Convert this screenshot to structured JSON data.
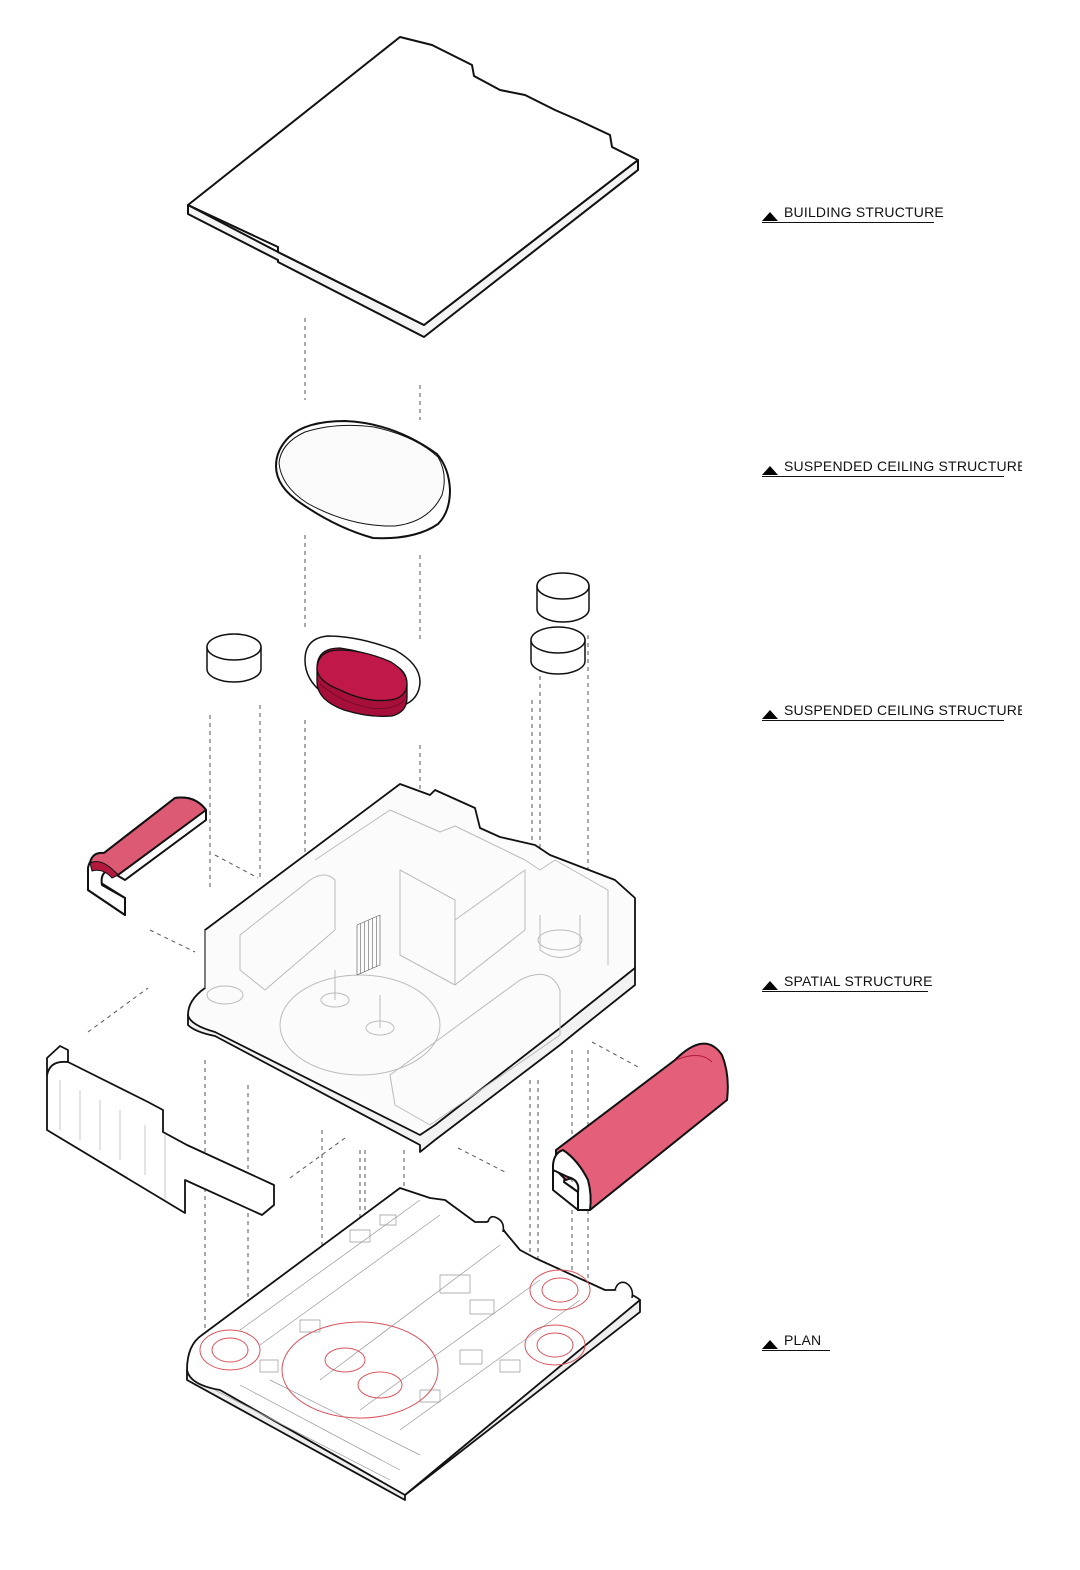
{
  "labels": {
    "building": "BUILDING STRUCTURE",
    "ceiling_1": "SUSPENDED CEILING STRUCTURE",
    "ceiling_2": "SUSPENDED CEILING STRUCTURE",
    "spatial": "SPATIAL STRUCTURE",
    "plan": "PLAN"
  },
  "colors": {
    "accent_pink": "#e0607a",
    "accent_crimson": "#b5123e",
    "plan_red": "#d9545e",
    "line": "#111111",
    "fill": "#ffffff"
  },
  "icons": {
    "label_marker": "triangle-marker-icon"
  }
}
